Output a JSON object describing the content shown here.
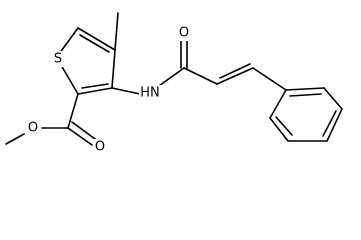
{
  "molecule": {
    "atom_labels": {
      "sulfur": "S",
      "amide_nitrogen": "HN",
      "amide_oxygen": "O",
      "ester_carbonyl_oxygen": "O",
      "ester_ether_oxygen": "O"
    }
  }
}
